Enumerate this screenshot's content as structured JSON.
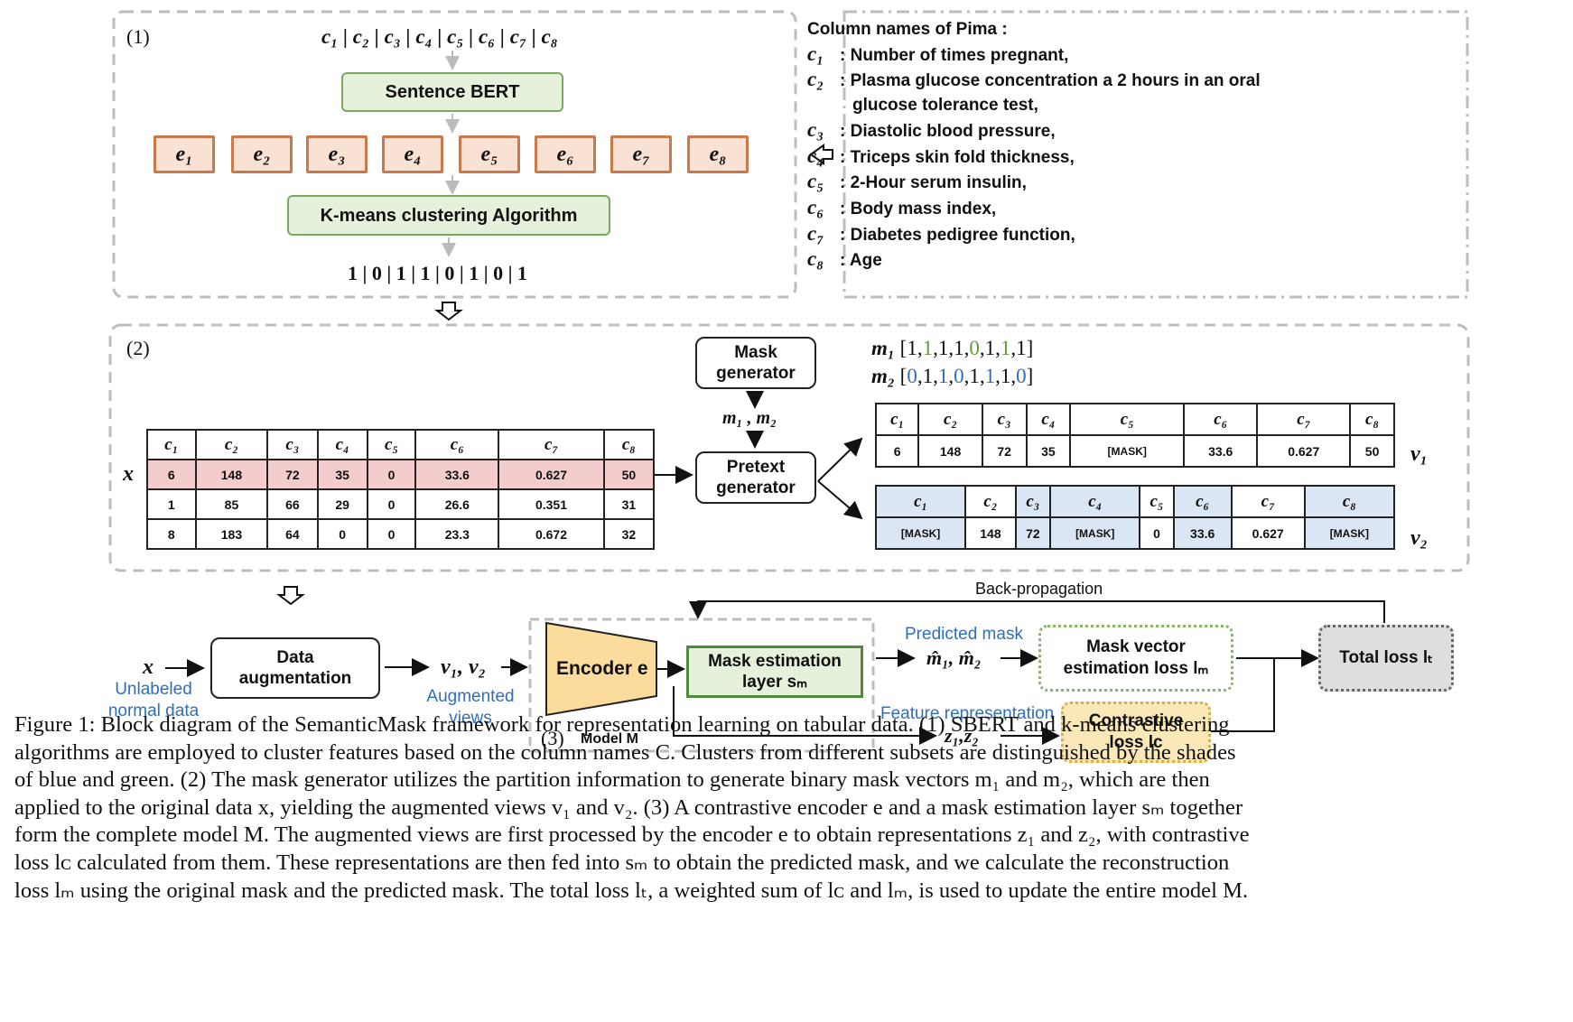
{
  "panel1": {
    "label": "(1)",
    "columns_text": "c₁ | c₂ | c₃ | c₄ | c₅ | c₆ | c₇ | c₈",
    "sbert": "Sentence BERT",
    "embeddings": [
      "e₁",
      "e₂",
      "e₃",
      "e₄",
      "e₅",
      "e₆",
      "e₇",
      "e₈"
    ],
    "kmeans": "K-means clustering Algorithm",
    "clusters_text": "1 | 0 | 1 | 1 | 0 | 1 | 0 | 1"
  },
  "column_names": {
    "title": "Column names of Pima :",
    "items": [
      {
        "var": "c₁",
        "text": ": Number of times pregnant,"
      },
      {
        "var": "c₂",
        "text": ": Plasma glucose concentration a 2 hours in an oral"
      },
      {
        "var": "",
        "text": "glucose tolerance test,"
      },
      {
        "var": "c₃",
        "text": ": Diastolic blood pressure,"
      },
      {
        "var": "c₄",
        "text": ": Triceps skin fold thickness,"
      },
      {
        "var": "c₅",
        "text": ": 2-Hour serum insulin,"
      },
      {
        "var": "c₆",
        "text": ": Body mass index,"
      },
      {
        "var": "c₇",
        "text": ": Diabetes pedigree function,"
      },
      {
        "var": "c₈",
        "text": ": Age"
      }
    ]
  },
  "panel2": {
    "label": "(2)",
    "x_label": "x",
    "headers": [
      "c₁",
      "c₂",
      "c₃",
      "c₄",
      "c₅",
      "c₆",
      "c₇",
      "c₈"
    ],
    "rows": [
      [
        "6",
        "148",
        "72",
        "35",
        "0",
        "33.6",
        "0.627",
        "50"
      ],
      [
        "1",
        "85",
        "66",
        "29",
        "0",
        "26.6",
        "0.351",
        "31"
      ],
      [
        "8",
        "183",
        "64",
        "0",
        "0",
        "23.3",
        "0.672",
        "32"
      ]
    ],
    "mask_generator": "Mask generator",
    "m_label": "m₁ , m₂",
    "pretext_generator": "Pretext generator",
    "m1": {
      "name": "m₁",
      "values": [
        "1",
        "1",
        "1",
        "1",
        "0",
        "1",
        "1",
        "1"
      ]
    },
    "m2": {
      "name": "m₂",
      "values": [
        "0",
        "1",
        "1",
        "0",
        "1",
        "1",
        "1",
        "0"
      ]
    },
    "v1": {
      "name": "v₁",
      "values": [
        "6",
        "148",
        "72",
        "35",
        "[MASK]",
        "33.6",
        "0.627",
        "50"
      ]
    },
    "v2": {
      "name": "v₂",
      "values": [
        "[MASK]",
        "148",
        "72",
        "[MASK]",
        "0",
        "33.6",
        "0.627",
        "[MASK]"
      ]
    }
  },
  "panel3": {
    "x": "x",
    "unlabeled": [
      "Unlabeled",
      "normal data"
    ],
    "data_aug": "Data augmentation",
    "views": "v₁, v₂",
    "augmented": [
      "Augmented",
      "views"
    ],
    "encoder": "Encoder e",
    "mask_est": [
      "Mask estimation",
      "layer sₘ"
    ],
    "label": "(3)",
    "model": "Model M",
    "predicted_mask": "Predicted mask",
    "mhat": "m̂₁, m̂₂",
    "feature_rep": "Feature representation",
    "z": "z₁,z₂",
    "mask_loss": [
      "Mask vector",
      "estimation loss lₘ"
    ],
    "contrastive_loss": [
      "Contrastive",
      "loss lᴄ"
    ],
    "total_loss": "Total loss lₜ",
    "backprop": "Back-propagation"
  },
  "caption": [
    "Figure 1: Block diagram of the SemanticMask framework for representation learning on tabular data. (1) SBERT and k-means clustering",
    "algorithms are employed to cluster features based on the column names C. Clusters from different subsets are distinguished by the shades",
    "of blue and green. (2) The mask generator utilizes the partition information to generate binary mask vectors m₁ and m₂, which are then",
    "applied to the original data x, yielding the augmented views v₁ and v₂. (3) A contrastive encoder e and a mask estimation layer sₘ together",
    "form the complete model M. The augmented views are first processed by the encoder e to obtain representations z₁ and z₂, with contrastive",
    "loss lᴄ calculated from them. These representations are then fed into sₘ to obtain the predicted mask, and we calculate the reconstruction",
    "loss lₘ using the original mask and the predicted mask. The total loss lₜ, a weighted sum of lᴄ and lₘ, is used to update the entire model M."
  ]
}
